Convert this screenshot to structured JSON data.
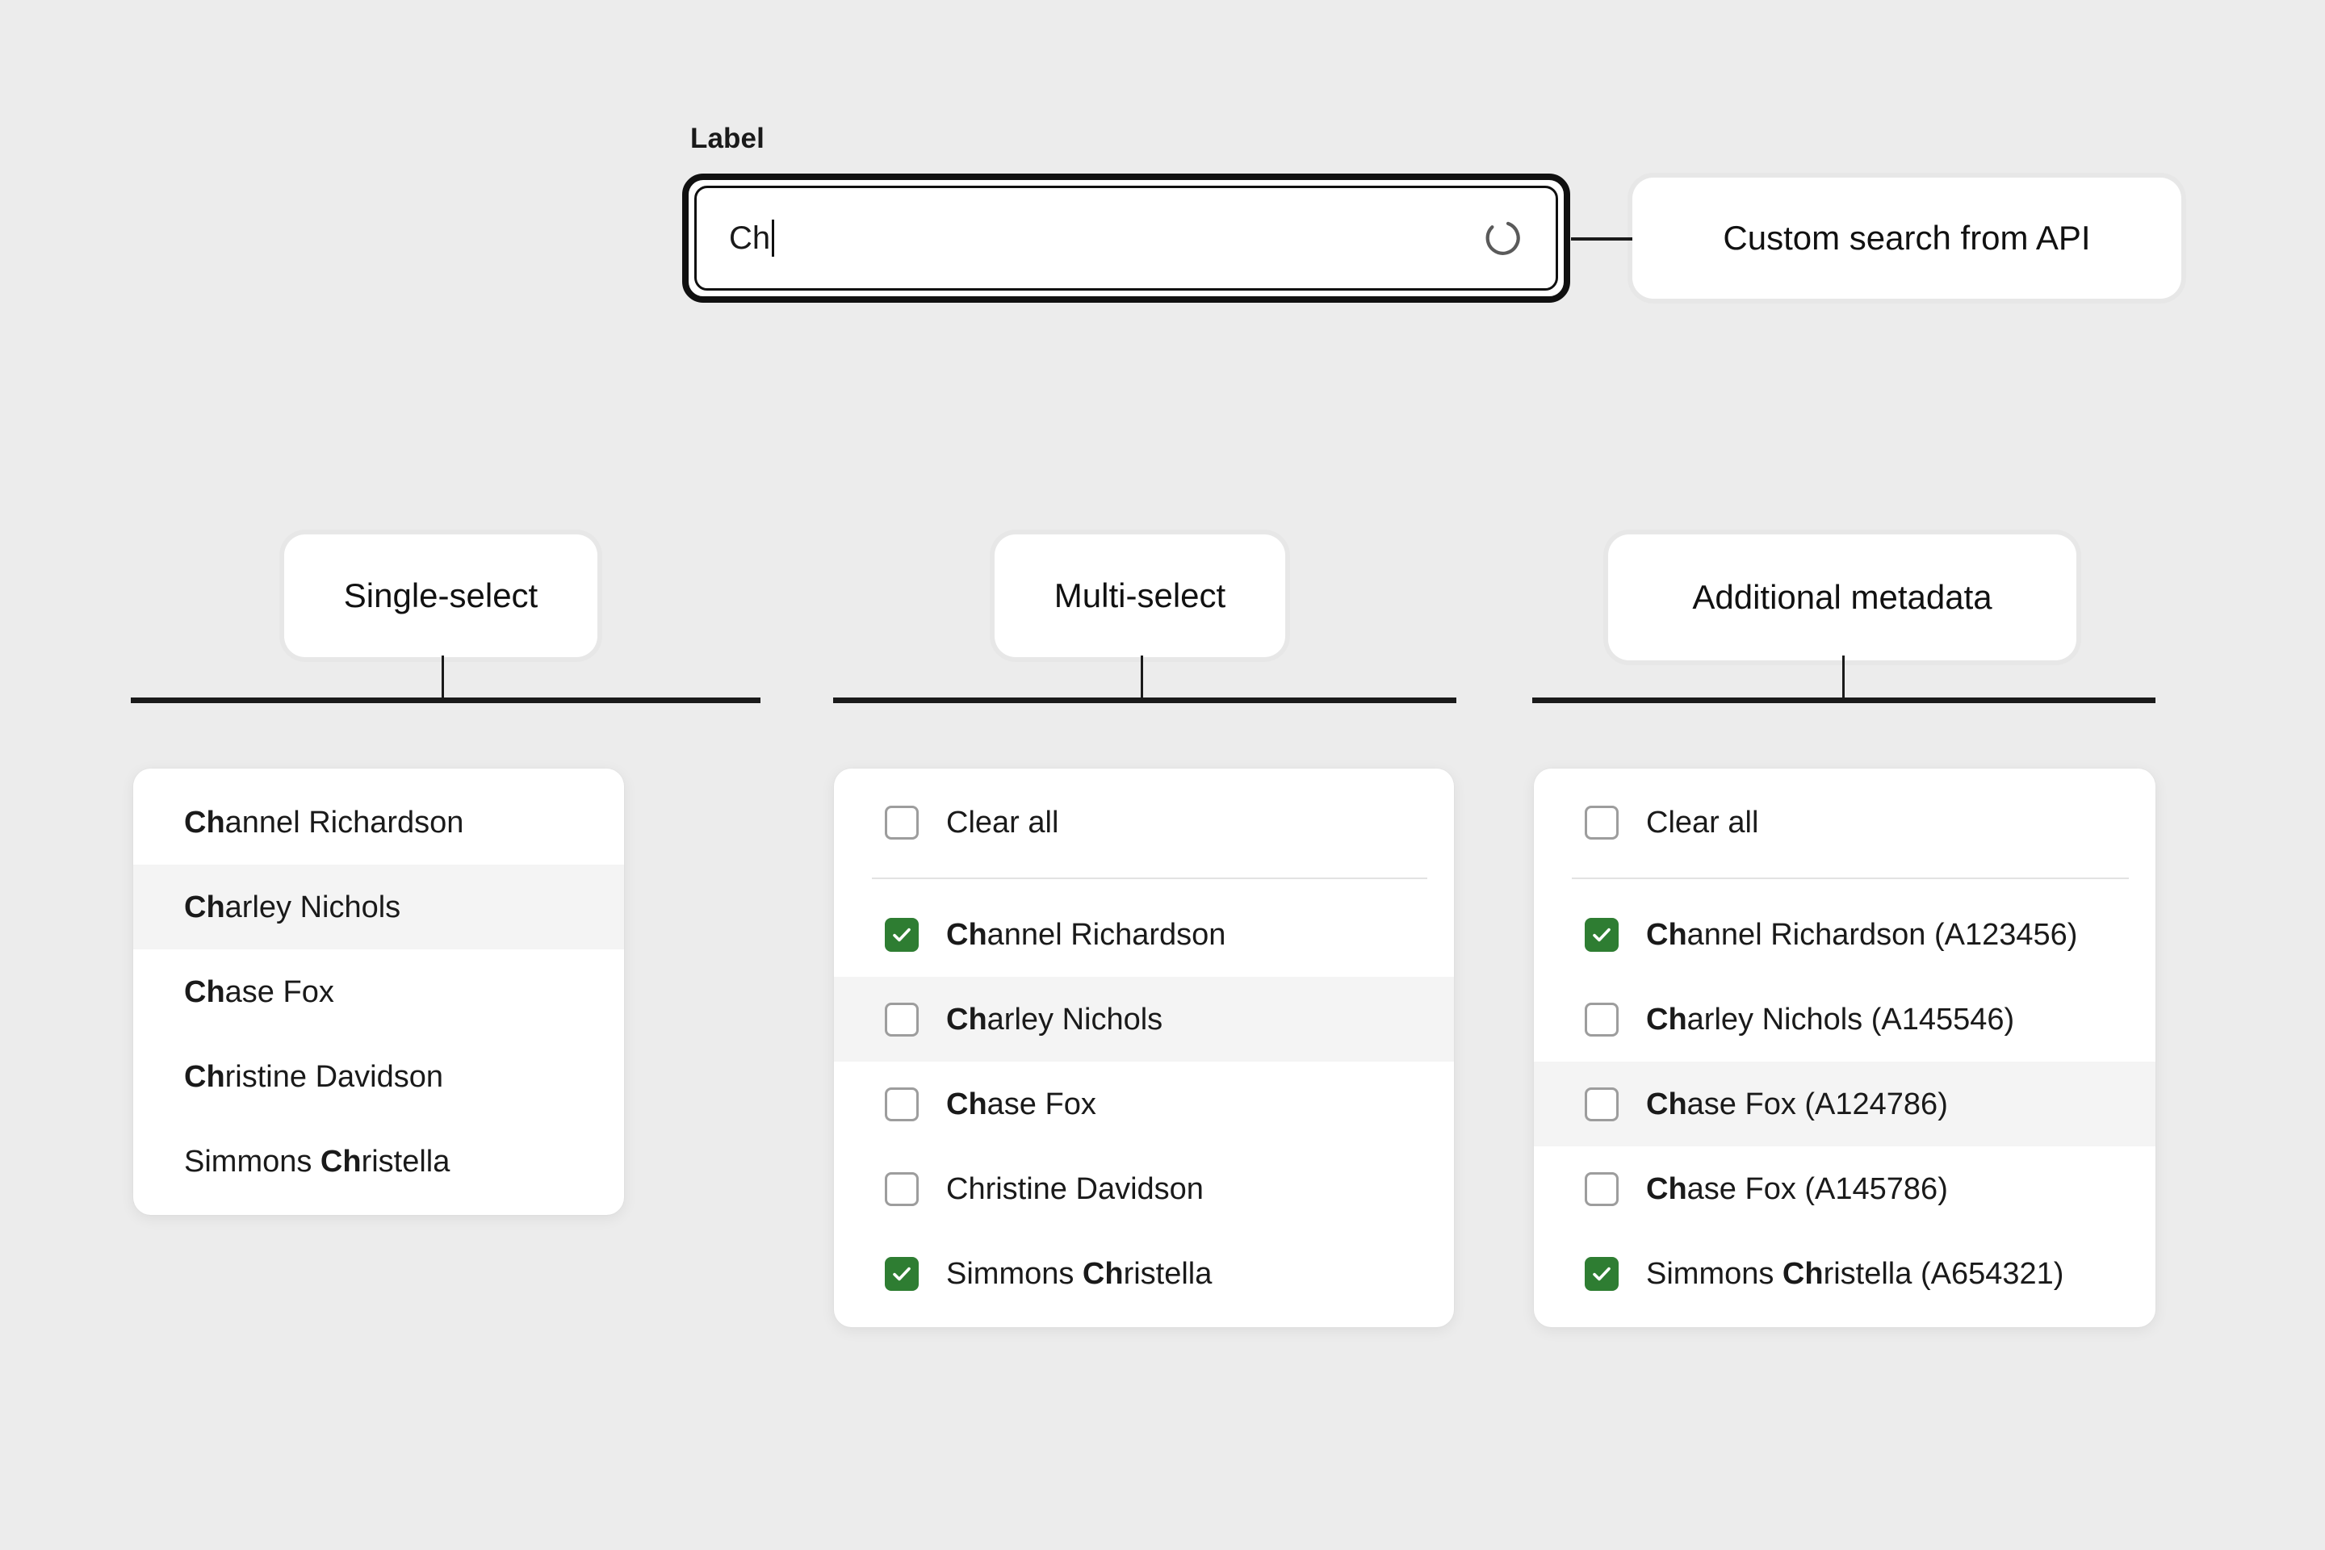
{
  "search": {
    "label": "Label",
    "value": "Ch",
    "spinner_icon": "loading-spinner-icon",
    "callout": "Custom search from API"
  },
  "columns": [
    {
      "callout": "Single-select",
      "kind": "single-select",
      "options": [
        {
          "prefix": "Ch",
          "rest": "annel Richardson",
          "bold_lead": true,
          "checked": false,
          "hover": false
        },
        {
          "prefix": "Ch",
          "rest": "arley Nichols",
          "bold_lead": true,
          "checked": false,
          "hover": true
        },
        {
          "prefix": "Ch",
          "rest": "ase Fox",
          "bold_lead": true,
          "checked": false,
          "hover": false
        },
        {
          "prefix": "Ch",
          "rest": "ristine Davidson",
          "bold_lead": true,
          "checked": false,
          "hover": false
        },
        {
          "prefix": "Simmons ",
          "bold": "Ch",
          "rest": "ristella",
          "bold_lead": false,
          "checked": false,
          "hover": false
        }
      ]
    },
    {
      "callout": "Multi-select",
      "kind": "multi-select",
      "clear_all": "Clear all",
      "clear_all_checked": false,
      "options": [
        {
          "prefix": "Ch",
          "rest": "annel Richardson",
          "bold_lead": true,
          "checked": true,
          "hover": false
        },
        {
          "prefix": "Ch",
          "rest": "arley Nichols",
          "bold_lead": true,
          "checked": false,
          "hover": true
        },
        {
          "prefix": "Ch",
          "rest": "ase Fox",
          "bold_lead": true,
          "checked": false,
          "hover": false
        },
        {
          "prefix": "",
          "rest": "Christine Davidson",
          "bold_lead": false,
          "checked": false,
          "hover": false
        },
        {
          "prefix": "Simmons ",
          "bold": "Ch",
          "rest": "ristella",
          "bold_lead": false,
          "checked": true,
          "hover": false
        }
      ]
    },
    {
      "callout": "Additional metadata",
      "kind": "multi-select",
      "clear_all": "Clear all",
      "clear_all_checked": false,
      "options": [
        {
          "prefix": "Ch",
          "rest": "annel Richardson (A123456)",
          "bold_lead": true,
          "checked": true,
          "hover": false
        },
        {
          "prefix": "Ch",
          "rest": "arley Nichols (A145546)",
          "bold_lead": true,
          "checked": false,
          "hover": false
        },
        {
          "prefix": "Ch",
          "rest": "ase Fox (A124786)",
          "bold_lead": true,
          "checked": false,
          "hover": true
        },
        {
          "prefix": "Ch",
          "rest": "ase Fox (A145786)",
          "bold_lead": true,
          "checked": false,
          "hover": false
        },
        {
          "prefix": "Simmons ",
          "bold": "Ch",
          "rest": "ristella (A654321)",
          "bold_lead": false,
          "checked": true,
          "hover": false
        }
      ]
    }
  ],
  "colors": {
    "background": "#ECECEC",
    "panel": "#FFFFFF",
    "hover_row": "#F4F4F4",
    "checkbox_checked": "#2E7D32",
    "checkbox_border": "#9D9D9D",
    "text": "#1A1A1A",
    "stroke": "#1A1A1A",
    "divider": "#E2E2E2"
  }
}
